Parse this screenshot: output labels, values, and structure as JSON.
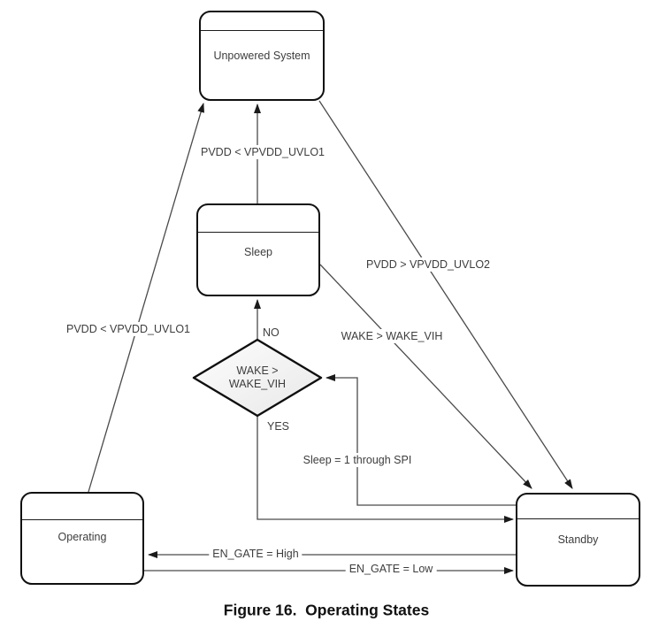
{
  "caption": "Figure 16.  Operating States",
  "states": {
    "unpowered": {
      "label": "Unpowered System"
    },
    "sleep": {
      "label": "Sleep"
    },
    "operating": {
      "label": "Operating"
    },
    "standby": {
      "label": "Standby"
    }
  },
  "decision": {
    "line1": "WAKE >",
    "line2": "WAKE_VIH"
  },
  "labels": {
    "sleep_to_unpowered": "PVDD < VPVDD_UVLO1",
    "operating_to_unpowered": "PVDD < VPVDD_UVLO1",
    "unpowered_to_standby": "PVDD > VPVDD_UVLO2",
    "sleep_to_standby": "WAKE > WAKE_VIH",
    "no": "NO",
    "yes": "YES",
    "standby_to_decision": "Sleep = 1 through SPI",
    "standby_to_operating": "EN_GATE = High",
    "operating_to_standby": "EN_GATE = Low"
  },
  "colors": {
    "background": "#ffffff",
    "connector_line": "#4a4a4a",
    "box_border": "#101010",
    "text": "#3d3d3d",
    "diamond_fill_light": "#fdfdfd",
    "diamond_fill_dark": "#e8e8e8"
  }
}
